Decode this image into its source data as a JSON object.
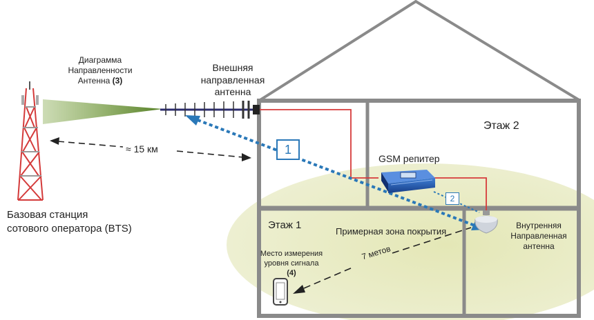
{
  "labels": {
    "pattern_line1": "Диаграмма",
    "pattern_line2": "Направленности",
    "pattern_line3": "Антенна",
    "pattern_num": "(3)",
    "ext_line1": "Внешняя",
    "ext_line2": "направленная",
    "ext_line3": "антенна",
    "distance": "≈ 15 км",
    "bts_line1": "Базовая станция",
    "bts_line2": "сотового оператора (BTS)",
    "floor2": "Этаж 2",
    "floor1": "Этаж 1",
    "repeater": "GSM репитер",
    "coverage": "Примерная зона покрытия",
    "int_line1": "Внутренняя",
    "int_line2": "Направленная",
    "int_line3": "антенна",
    "measure_line1": "Место измерения",
    "measure_line2": "уровня сигнала",
    "measure_num": "(4)",
    "meters": "7 метов",
    "link1": "1",
    "link2": "2"
  },
  "colors": {
    "wall": "#8a8a8a",
    "cable": "#d63a3a",
    "link": "#2a78b8",
    "coverage": "#e9eac8",
    "beam": "#8aa84a",
    "tower": "#d43a3a"
  },
  "icons": {
    "tower": "cell-tower-icon",
    "outdoor_antenna": "yagi-antenna-icon",
    "repeater": "gsm-repeater-icon",
    "indoor_antenna": "ceiling-antenna-icon",
    "phone": "mobile-phone-icon"
  }
}
